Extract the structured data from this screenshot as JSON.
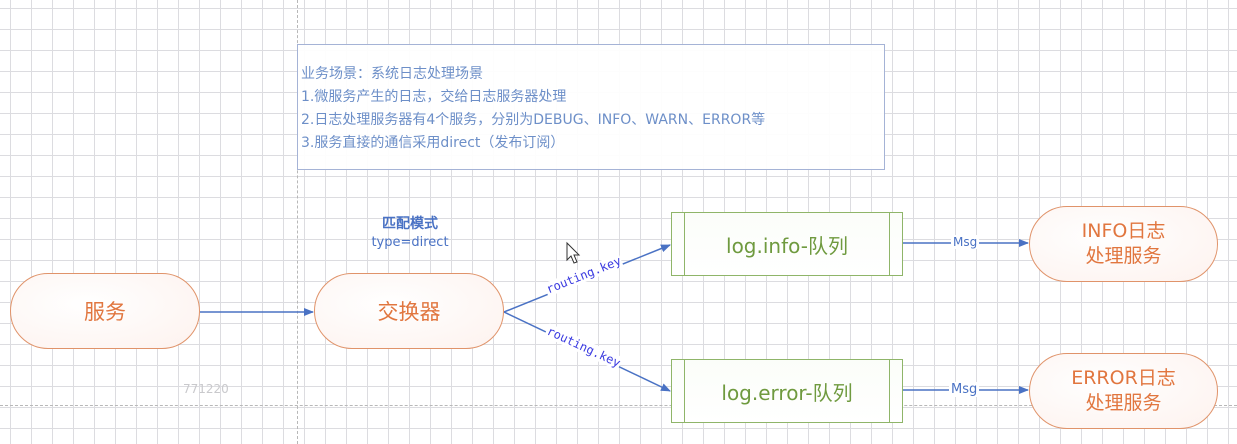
{
  "scenario_note": {
    "title": "业务场景：系统日志处理场景",
    "lines": [
      "1.微服务产生的日志，交给日志服务器处理",
      "2.日志处理服务器有4个服务，分别为DEBUG、INFO、WARN、ERROR等",
      "3.服务直接的通信采用direct（发布订阅）"
    ]
  },
  "nodes": {
    "service": "服务",
    "exchange": "交换器",
    "exchange_caption": {
      "title": "匹配模式",
      "type": "type=direct"
    },
    "queue_info": "log.info-队列",
    "queue_error": "log.error-队列",
    "consumer_info": {
      "line1": "INFO日志",
      "line2": "处理服务"
    },
    "consumer_error": {
      "line1": "ERROR日志",
      "line2": "处理服务"
    }
  },
  "edges": {
    "routing_key_info": "routing.key",
    "routing_key_error": "routing.key",
    "msg_info": "Msg",
    "msg_error": "Msg"
  },
  "watermark": "771220",
  "colors": {
    "edge": "#4a72c4",
    "pill_border": "#e0936a",
    "pill_text": "#e1763f",
    "queue_border": "#8fb569",
    "queue_text": "#6f9a3f",
    "note_text": "#6d8fc8",
    "routing_label": "#3a3ae0"
  }
}
